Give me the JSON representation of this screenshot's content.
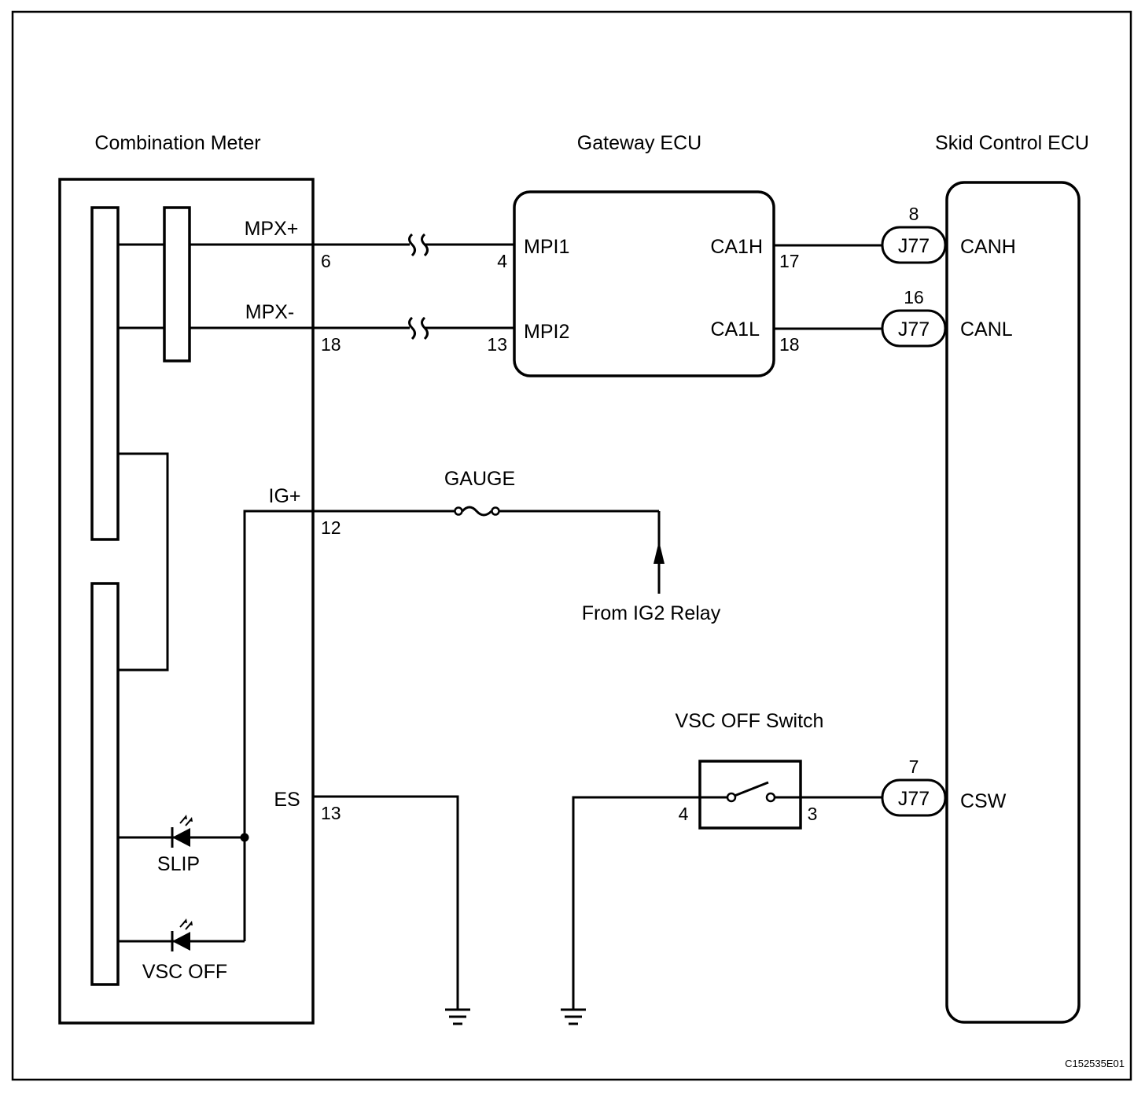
{
  "components": {
    "combination_meter": "Combination Meter",
    "gateway_ecu": "Gateway ECU",
    "skid_control_ecu": "Skid Control ECU",
    "vsc_off_switch": "VSC OFF Switch",
    "fuse": "GAUGE",
    "relay_source": "From IG2 Relay"
  },
  "combination_meter": {
    "terminals": {
      "mpx_plus": "MPX+",
      "mpx_minus": "MPX-",
      "ig_plus": "IG+",
      "es": "ES"
    },
    "pins": {
      "mpx_plus": "6",
      "mpx_minus": "18",
      "ig_plus": "12",
      "es": "13"
    },
    "indicators": {
      "slip": "SLIP",
      "vsc_off": "VSC OFF"
    }
  },
  "gateway_ecu": {
    "terminals": {
      "mpi1": "MPI1",
      "mpi2": "MPI2",
      "ca1h": "CA1H",
      "ca1l": "CA1L"
    },
    "pins": {
      "mpi1": "4",
      "mpi2": "13",
      "ca1h": "17",
      "ca1l": "18"
    }
  },
  "skid_control_ecu": {
    "terminals": {
      "canh": "CANH",
      "canl": "CANL",
      "csw": "CSW"
    },
    "connectors": {
      "canh": "J77",
      "canl": "J77",
      "csw": "J77"
    },
    "pins": {
      "canh": "8",
      "canl": "16",
      "csw": "7"
    }
  },
  "vsc_off_switch": {
    "pins": {
      "left": "4",
      "right": "3"
    }
  },
  "figure_code": "C152535E01"
}
